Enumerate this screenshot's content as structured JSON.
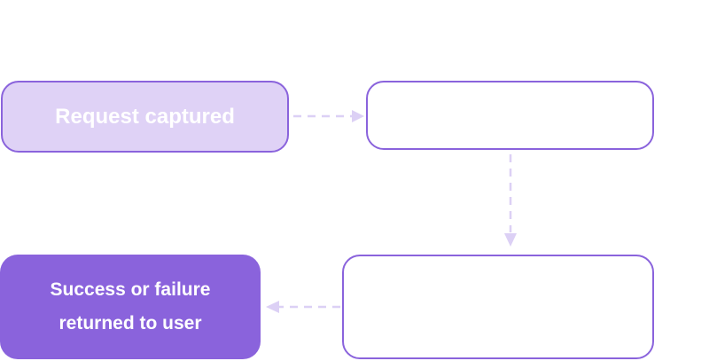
{
  "diagram": {
    "nodes": {
      "request_captured": {
        "label": "Request captured"
      },
      "step_two": {
        "label": ""
      },
      "step_three": {
        "label": ""
      },
      "result": {
        "line1": "Success or failure",
        "line2": "returned to user"
      }
    },
    "edges": [
      {
        "from": "request_captured",
        "to": "step_two",
        "style": "dashed"
      },
      {
        "from": "step_two",
        "to": "step_three",
        "style": "dashed"
      },
      {
        "from": "step_three",
        "to": "result",
        "style": "dashed"
      }
    ]
  },
  "colors": {
    "accent": "#8a63dc",
    "light_fill": "#dfd2f6",
    "connector": "#dcd0f5"
  }
}
